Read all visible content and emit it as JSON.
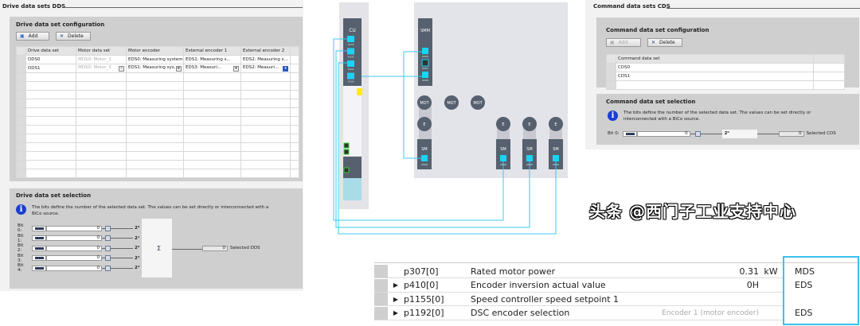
{
  "dds": {
    "title": "Drive data sets DDS",
    "config_title": "Drive data set configuration",
    "add_label": "Add",
    "delete_label": "Delete",
    "columns": [
      "Drive data set",
      "Motor data set",
      "Motor encoder",
      "External encoder 1",
      "External encoder 2"
    ],
    "rows": [
      [
        "DDS0",
        "MDS0: Motor_1",
        "EDS0: Measuring system...",
        "EDS1: Measuring s...",
        "EDS2: Measuring s..."
      ],
      [
        "DDS1",
        "MDS0: Motor_1",
        "EDS1: Measuring sys...",
        "EDS3: Measuri...",
        "EDS2: Measuri..."
      ]
    ],
    "selection_title": "Drive data set selection",
    "info_text": "The bits define the number of the selected data set. The values can be set directly or interconnected with a BiCo source.",
    "bits": [
      {
        "label": "Bit 0:",
        "value": "0",
        "weight": "2⁰"
      },
      {
        "label": "Bit 1:",
        "value": "0",
        "weight": "2¹"
      },
      {
        "label": "Bit 2:",
        "value": "0",
        "weight": "2²"
      },
      {
        "label": "Bit 3:",
        "value": "0",
        "weight": "2³"
      },
      {
        "label": "Bit 4:",
        "value": "0",
        "weight": "2⁴"
      }
    ],
    "sum_symbol": "Σ",
    "selected_value": "0",
    "selected_label": "Selected DDS"
  },
  "diagram": {
    "cu_label": "CU",
    "cu_ports": [
      "X103",
      "X102",
      "X101",
      "X100"
    ],
    "smm_label": "SMM",
    "smm_ports": [
      "X202",
      "X201",
      "X200"
    ],
    "mot_label": "MOT",
    "enc_label": "E",
    "sm_label": "SM",
    "sm_port": "X500",
    "cable_color": "#3cc8f0",
    "port_color": "#19d4f5",
    "module_color": "#56606e"
  },
  "cds": {
    "title": "Command data sets CDS",
    "config_title": "Command data set configuration",
    "add_label": "Add",
    "delete_label": "Delete",
    "column": "Command data set",
    "rows": [
      "CDS0",
      "CDS1"
    ],
    "selection_title": "Command data set selection",
    "info_text": "The bits define the number of the selected data set. The values can be set directly or interconnected with a BiCo source.",
    "bit_label": "Bit 0:",
    "bit_value": "0",
    "weight": "2⁰",
    "selected_value": "0",
    "selected_label": "Selected CDS"
  },
  "params": {
    "rows": [
      {
        "param": "p307[0]",
        "name": "Rated motor power",
        "value": "0.31",
        "unit": "kW",
        "ds": "MDS",
        "expand": false
      },
      {
        "param": "p410[0]",
        "name": "Encoder inversion actual value",
        "value": "0H",
        "unit": "",
        "ds": "EDS",
        "expand": true
      },
      {
        "param": "p1155[0]",
        "name": "Speed controller speed setpoint 1",
        "value": "",
        "unit": "",
        "ds": "",
        "expand": true
      },
      {
        "param": "p1192[0]",
        "name": "DSC encoder selection",
        "value": "Encoder 1 (motor encoder)",
        "unit": "",
        "ds": "EDS",
        "expand": true
      }
    ],
    "highlight_color": "#3cc0f0"
  },
  "watermark": "头条 @西门子工业支持中心"
}
